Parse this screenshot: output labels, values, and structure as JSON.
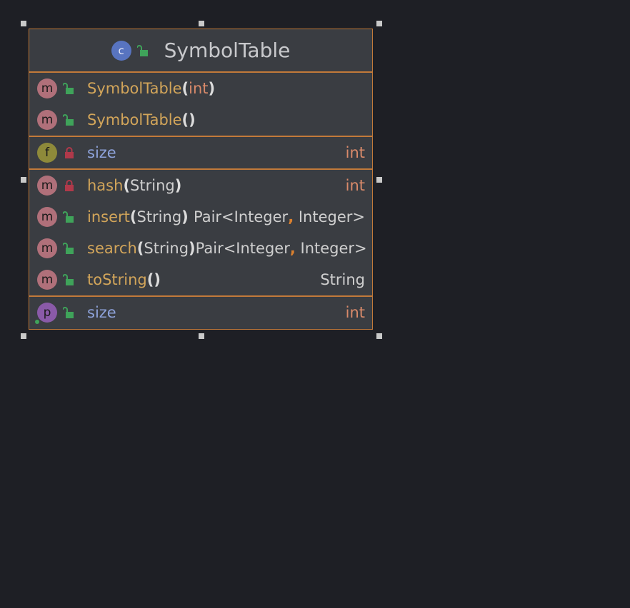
{
  "diagram": {
    "class": {
      "badge": "c",
      "name": "SymbolTable",
      "visibility_icon": "unlocked-icon"
    },
    "constructors": [
      {
        "badge": "m",
        "name": "SymbolTable",
        "open": "(",
        "param": "int",
        "close": ")",
        "visibility_icon": "unlocked-icon"
      },
      {
        "badge": "m",
        "name": "SymbolTable",
        "open": "(",
        "param": "",
        "close": ")",
        "visibility_icon": "unlocked-icon"
      }
    ],
    "fields": [
      {
        "badge": "f",
        "name": "size",
        "type": "int",
        "visibility_icon": "locked-icon"
      }
    ],
    "methods": [
      {
        "badge": "m",
        "name": "hash",
        "open": "(",
        "param": "String",
        "close": ")",
        "return_type": "int",
        "visibility_icon": "locked-icon"
      },
      {
        "badge": "m",
        "name": "insert",
        "open": "(",
        "param": "String",
        "close": ")",
        "return_pre": "Pair<Integer",
        "return_sep": ",",
        "return_post": " Integer>",
        "visibility_icon": "unlocked-icon"
      },
      {
        "badge": "m",
        "name": "search",
        "open": "(",
        "param": "String",
        "close": ")",
        "return_pre": "Pair<Integer",
        "return_sep": ",",
        "return_post": " Integer>",
        "visibility_icon": "unlocked-icon"
      },
      {
        "badge": "m",
        "name": "toString",
        "open": "(",
        "param": "",
        "close": ")",
        "return_type": "String",
        "visibility_icon": "unlocked-icon"
      }
    ],
    "properties": [
      {
        "badge": "p",
        "name": "size",
        "type": "int",
        "visibility_icon": "unlocked-icon"
      }
    ]
  },
  "colors": {
    "background": "#1e1f25",
    "box_fill": "#3a3d42",
    "border": "#c27a3a",
    "method_name": "#d2a55a",
    "field_name": "#8ea3db",
    "int_type": "#d98a6a",
    "locked": "#b0394a",
    "unlocked": "#3fa35a"
  }
}
